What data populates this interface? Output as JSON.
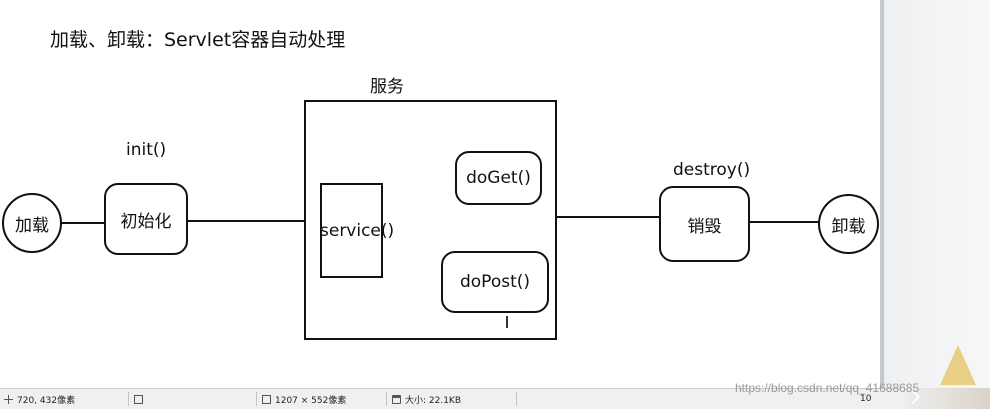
{
  "diagram": {
    "title": "加载、卸载：Servlet容器自动处理",
    "service_group_label": "服务",
    "init_label": "init()",
    "destroy_label": "destroy()",
    "nodes": {
      "load": "加载",
      "init": "初始化",
      "service": "service()",
      "doget": "doGet()",
      "dopost": "doPost()",
      "destroy": "销毁",
      "unload": "卸载"
    }
  },
  "status_bar": {
    "cursor_position": "720, 432像素",
    "image_size": "1207 × 552像素",
    "file_size": "大小: 22.1KB",
    "zoom": "10"
  },
  "watermark": "https://blog.csdn.net/qq_41688685"
}
